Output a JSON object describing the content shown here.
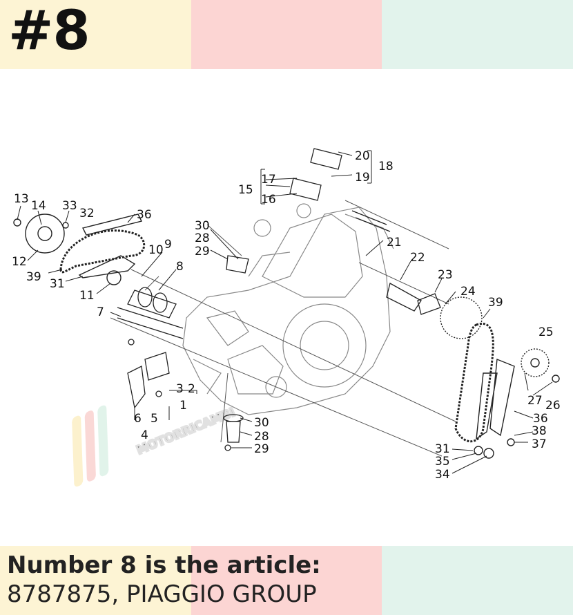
{
  "header": {
    "title": "#8"
  },
  "footer": {
    "line1": "Number 8 is the article:",
    "line2": "8787875, PIAGGIO GROUP"
  },
  "watermark": {
    "text": "MOTORRICAMBI"
  },
  "colors": {
    "band_yellow": "#fdf4d4",
    "band_pink": "#fcd5d3",
    "band_mint": "#e2f3ec"
  },
  "callouts": [
    "13",
    "14",
    "33",
    "32",
    "36",
    "12",
    "39",
    "31",
    "11",
    "10",
    "9",
    "8",
    "7",
    "30",
    "28",
    "29",
    "17",
    "15",
    "16",
    "20",
    "19",
    "18",
    "21",
    "22",
    "23",
    "24",
    "39",
    "25",
    "27",
    "26",
    "36",
    "38",
    "37",
    "31",
    "35",
    "34",
    "3",
    "2",
    "1",
    "6",
    "5",
    "4",
    "30",
    "28",
    "29"
  ]
}
